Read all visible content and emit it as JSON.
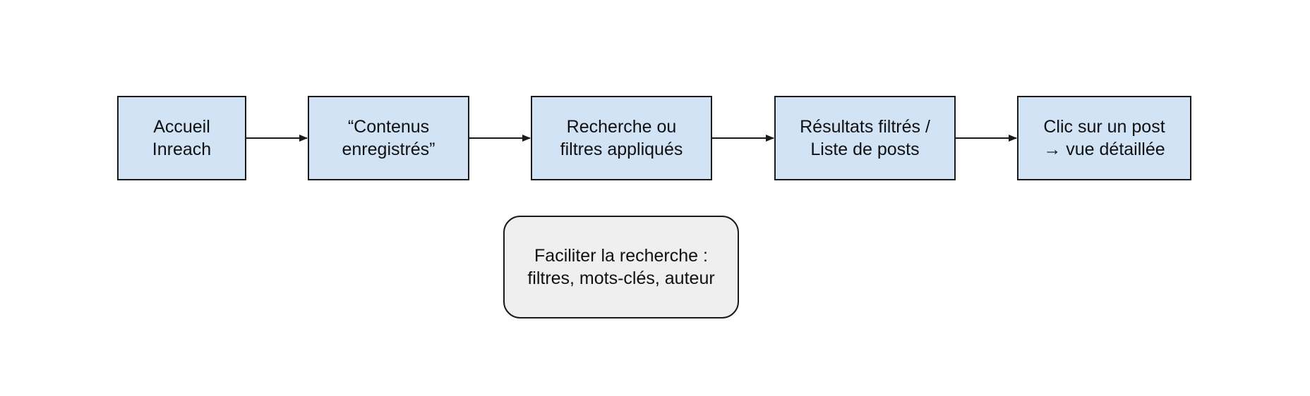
{
  "flow": {
    "steps": [
      {
        "label": "Accueil\nInreach"
      },
      {
        "label": "“Contenus\nenregistrés”"
      },
      {
        "label": "Recherche ou\nfiltres appliqués"
      },
      {
        "label": "Résultats filtrés /\nListe de posts"
      },
      {
        "label": "Clic sur un post\n→ vue détaillée"
      }
    ]
  },
  "note": {
    "label": "Faciliter la recherche :\nfiltres, mots-clés, auteur"
  },
  "colors": {
    "step_fill": "#d2e3f5",
    "note_fill": "#efefef",
    "stroke": "#1a1a1a",
    "text": "#111111"
  }
}
